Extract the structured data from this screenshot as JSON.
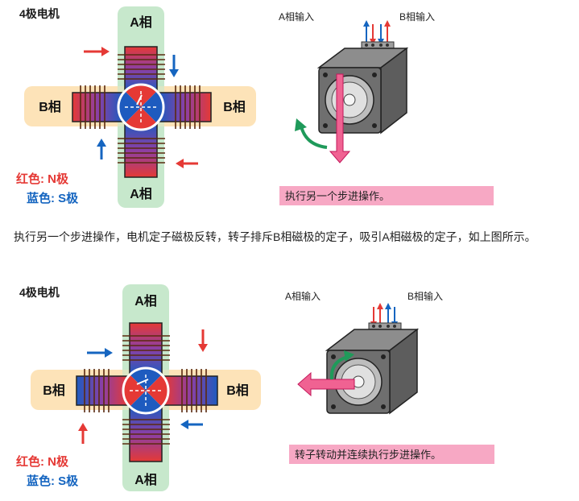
{
  "colors": {
    "north_red": "#e53935",
    "south_blue": "#1e5bbf",
    "phase_green_bg": "#c7e8cc",
    "phase_orange_bg": "#fde3b8",
    "caption_pink": "#f7a8c4",
    "coil_brown": "#5a2a10",
    "arrow_green": "#1f9a5a"
  },
  "panels": [
    {
      "motor_title": "4极电机",
      "phase_a_top": "A相",
      "phase_a_bottom": "A相",
      "phase_b_left": "B相",
      "phase_b_right": "B相",
      "legend_n": "红色: N极",
      "legend_s": "蓝色: S极",
      "input_a": "A相输入",
      "input_b": "B相输入",
      "caption": "执行另一个步进操作。"
    },
    {
      "motor_title": "4极电机",
      "phase_a_top": "A相",
      "phase_a_bottom": "A相",
      "phase_b_left": "B相",
      "phase_b_right": "B相",
      "legend_n": "红色: N极",
      "legend_s": "蓝色: S极",
      "input_a": "A相输入",
      "input_b": "B相输入",
      "caption": "转子转动并连续执行步进操作。"
    }
  ],
  "paragraph": "执行另一个步进操作，电机定子磁极反转，转子排斥B相磁极的定子，吸引A相磁极的定子，如上图所示。"
}
